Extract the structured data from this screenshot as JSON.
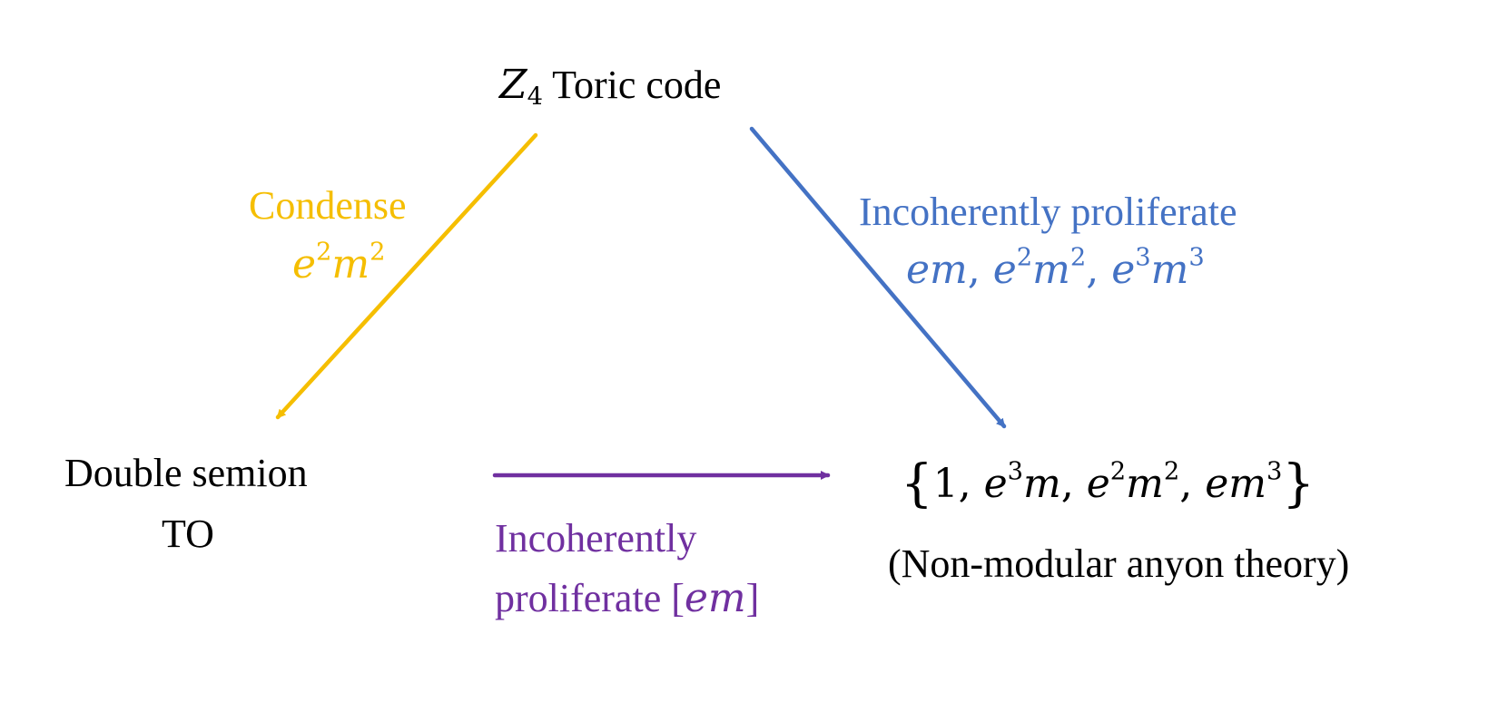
{
  "colors": {
    "condense": "#f5be00",
    "proliferate_blue": "#4472c4",
    "proliferate_purple": "#7030a0",
    "text": "#000000"
  },
  "nodes": {
    "top": {
      "symbol": "Z",
      "subscript": "4",
      "title": "Toric code"
    },
    "left": {
      "line1": "Double semion",
      "line2": "TO"
    },
    "right": {
      "set_open": "{",
      "set_items": [
        {
          "base": "1"
        },
        {
          "base": "e",
          "exp": "3",
          "tail": "m"
        },
        {
          "base": "e",
          "exp": "2",
          "tail": "m",
          "tail_exp": "2"
        },
        {
          "base": "em",
          "exp": "3"
        }
      ],
      "set_close": "}",
      "sep": ", ",
      "note": "(Non-modular anyon theory)"
    }
  },
  "edges": {
    "condense": {
      "word": "Condense",
      "math_e": "e",
      "exp1": "2",
      "math_m": "m",
      "exp2": "2"
    },
    "blue": {
      "text": "Incoherently proliferate",
      "m1": "em",
      "sep": ", ",
      "m2e": "e",
      "m2exp": "2",
      "m2m": "m",
      "m2mexp": "2",
      "m3e": "e",
      "m3exp": "3",
      "m3m": "m",
      "m3mexp": "3"
    },
    "purple": {
      "line1": "Incoherently",
      "line2": "proliferate ",
      "bracket_open": "[",
      "math": "em",
      "bracket_close": "]"
    }
  }
}
